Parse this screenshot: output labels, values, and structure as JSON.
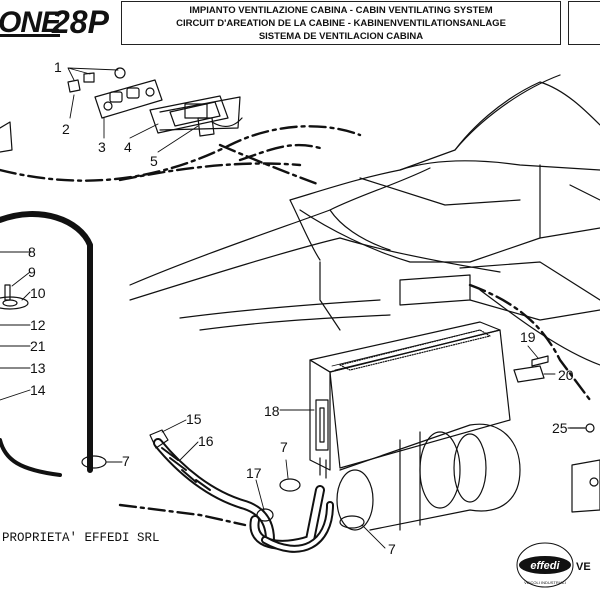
{
  "brand": "ONE",
  "model": "28P",
  "title_lines": [
    "IMPIANTO VENTILAZIONE CABINA - CABIN VENTILATING SYSTEM",
    "CIRCUIT D'AREATION DE LA CABINE - KABINENVENTILATIONSANLAGE",
    "SISTEMA DE VENTILACION CABINA"
  ],
  "property_note": "PROPRIETA' EFFEDI SRL",
  "logo": {
    "name": "effedi",
    "tagline": "VEICOLI INDUSTRIALI",
    "suffix": "VE"
  },
  "callouts": [
    "1",
    "2",
    "3",
    "4",
    "5",
    "8",
    "9",
    "10",
    "12",
    "21",
    "13",
    "14",
    "15",
    "16",
    "7",
    "17",
    "18",
    "19",
    "20",
    "25"
  ],
  "colors": {
    "line": "#111111",
    "background": "#ffffff"
  }
}
